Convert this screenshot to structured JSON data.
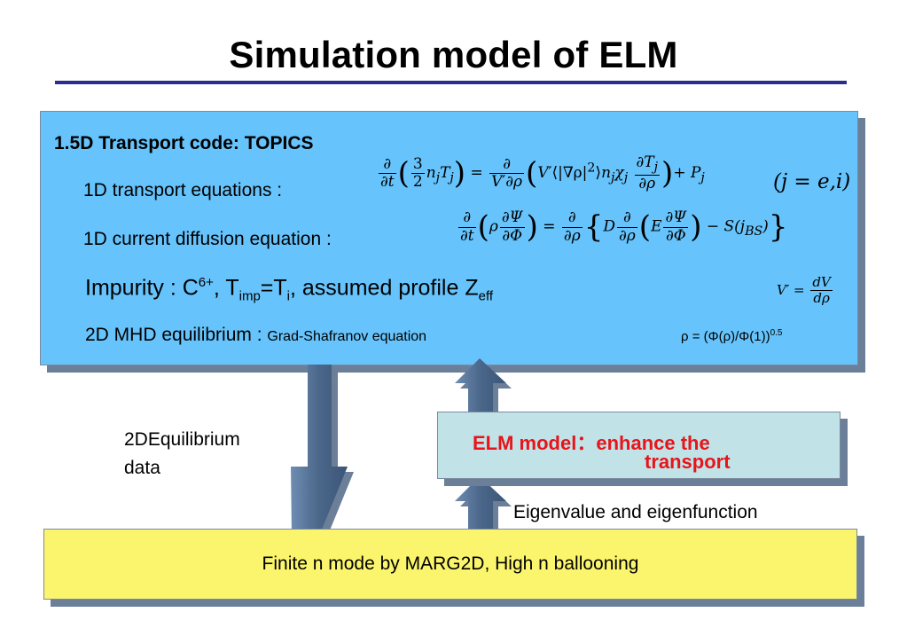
{
  "title": "Simulation model of ELM",
  "topics": {
    "heading": "1.5D Transport code: TOPICS",
    "transport_label": "1D transport equations :",
    "current_label": "1D current diffusion equation :",
    "impurity": {
      "prefix": "Impurity :  C",
      "c_charge": "6+",
      "sep": ", T",
      "imp_sub": "imp",
      "eq": "=T",
      "i_sub": "i",
      "profile": ", assumed profile Z",
      "eff_sub": "eff"
    },
    "mhd_label": "2D MHD equilibrium :",
    "mhd_small": "Grad-Shafranov equation",
    "rho_def": "ρ = (Φ(ρ)/Φ(1))",
    "rho_exp": "0.5",
    "j_index": "(j = e,i)"
  },
  "elm_box": {
    "label": "ELM model：",
    "line1": "enhance the",
    "line2": "transport"
  },
  "labels": {
    "equilibrium_line1": "2DEquilibrium",
    "equilibrium_line2": "data",
    "eigen": "Eigenvalue and eigenfunction"
  },
  "marg_box": {
    "text": "Finite n mode by MARG2D, High n ballooning"
  },
  "colors": {
    "topics_fill": "#66c3fb",
    "elm_fill": "#c1e3e8",
    "marg_fill": "#fbf56d",
    "arrow_fill": "#4d6a8f",
    "title_rule": "#2a2f8f",
    "elm_text": "#e8141a"
  }
}
